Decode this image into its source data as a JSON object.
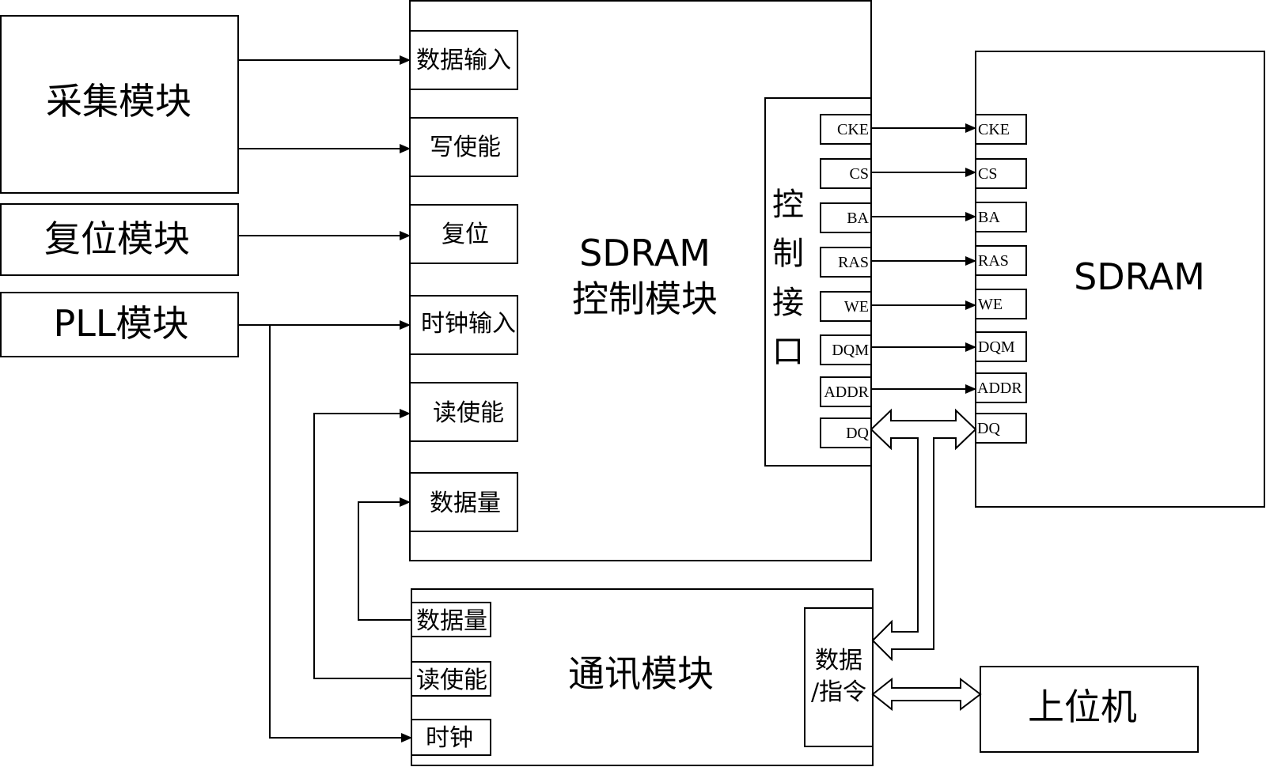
{
  "left_modules": {
    "acquisition": "采集模块",
    "reset": "复位模块",
    "pll": "PLL模块"
  },
  "controller": {
    "title_line1": "SDRAM",
    "title_line2": "控制模块",
    "ports": {
      "data_in": "数据输入",
      "write_enable": "写使能",
      "reset": "复位",
      "clock_in": "时钟输入",
      "read_enable": "读使能",
      "data_amount": "数据量"
    },
    "interface": {
      "c1": "控",
      "c2": "制",
      "c3": "接",
      "c4": "口",
      "signals": [
        "CKE",
        "CS",
        "BA",
        "RAS",
        "WE",
        "DQM",
        "ADDR",
        "DQ"
      ]
    }
  },
  "sdram": {
    "title": "SDRAM",
    "signals": [
      "CKE",
      "CS",
      "BA",
      "RAS",
      "WE",
      "DQM",
      "ADDR",
      "DQ"
    ]
  },
  "comm": {
    "title": "通讯模块",
    "ports": {
      "data_amount": "数据量",
      "read_enable": "读使能",
      "clock": "时钟"
    },
    "data_cmd_line1": "数据",
    "data_cmd_line2": "/指令"
  },
  "host": {
    "title": "上位机"
  }
}
